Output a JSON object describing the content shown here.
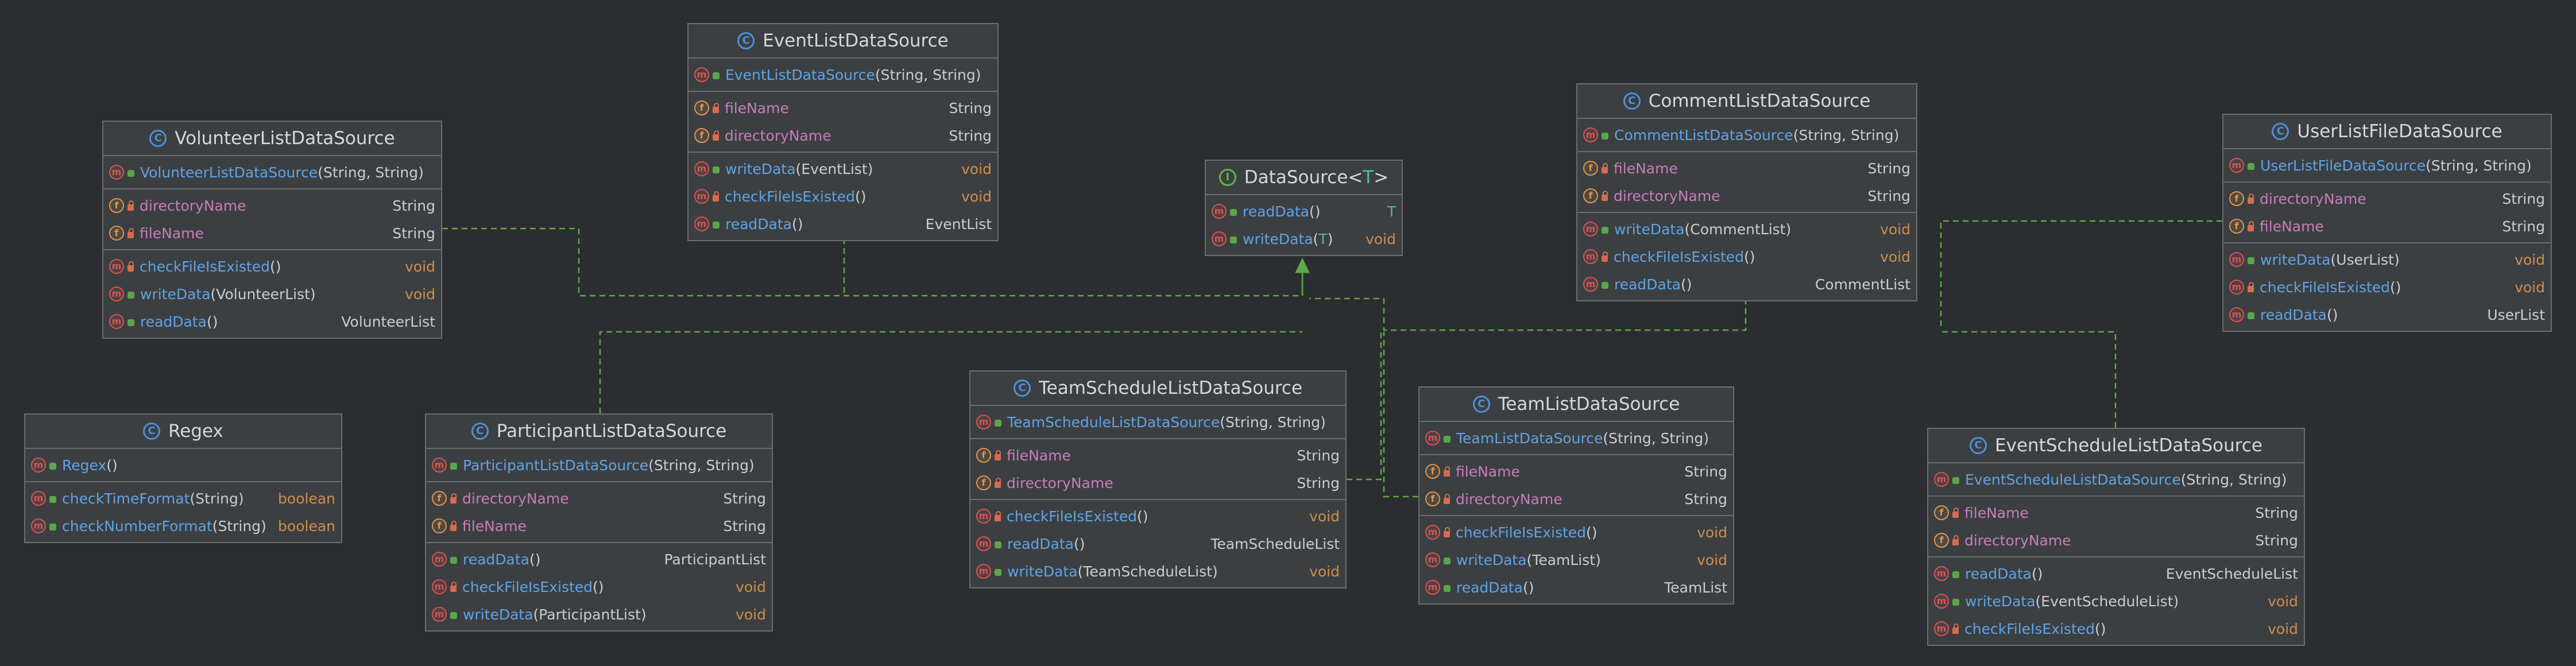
{
  "colors": {
    "background": "#2b2d30",
    "class_fill": "#3c3f41",
    "border": "#6a6d70",
    "method_name": "#5ea3e6",
    "field_name": "#c77dbb",
    "void_type": "#cf8e4a",
    "generic_type": "#4fb8a3",
    "implements_arrow": "#5ea84a"
  },
  "interface": {
    "name": "DataSource",
    "type_param": "T",
    "stereotype_icon": "interface-icon",
    "methods": [
      {
        "name": "readData",
        "params": "",
        "type": "T"
      },
      {
        "name": "writeData",
        "params": "T",
        "type": "void"
      }
    ]
  },
  "classes": {
    "volunteer": {
      "name": "VolunteerListDataSource",
      "ctor": {
        "name": "VolunteerListDataSource",
        "params": "(String, String)"
      },
      "fields": [
        {
          "name": "directoryName",
          "type": "String"
        },
        {
          "name": "fileName",
          "type": "String"
        }
      ],
      "methods": [
        {
          "name": "checkFileIsExisted",
          "params": "()",
          "type": "void"
        },
        {
          "name": "writeData",
          "params": "(VolunteerList)",
          "type": "void"
        },
        {
          "name": "readData",
          "params": "()",
          "type": "VolunteerList"
        }
      ]
    },
    "eventlist": {
      "name": "EventListDataSource",
      "ctor": {
        "name": "EventListDataSource",
        "params": "(String, String)"
      },
      "fields": [
        {
          "name": "fileName",
          "type": "String"
        },
        {
          "name": "directoryName",
          "type": "String"
        }
      ],
      "methods": [
        {
          "name": "writeData",
          "params": "(EventList)",
          "type": "void"
        },
        {
          "name": "checkFileIsExisted",
          "params": "()",
          "type": "void"
        },
        {
          "name": "readData",
          "params": "()",
          "type": "EventList"
        }
      ]
    },
    "comment": {
      "name": "CommentListDataSource",
      "ctor": {
        "name": "CommentListDataSource",
        "params": "(String, String)"
      },
      "fields": [
        {
          "name": "fileName",
          "type": "String"
        },
        {
          "name": "directoryName",
          "type": "String"
        }
      ],
      "methods": [
        {
          "name": "writeData",
          "params": "(CommentList)",
          "type": "void"
        },
        {
          "name": "checkFileIsExisted",
          "params": "()",
          "type": "void"
        },
        {
          "name": "readData",
          "params": "()",
          "type": "CommentList"
        }
      ]
    },
    "userlist": {
      "name": "UserListFileDataSource",
      "ctor": {
        "name": "UserListFileDataSource",
        "params": "(String, String)"
      },
      "fields": [
        {
          "name": "directoryName",
          "type": "String"
        },
        {
          "name": "fileName",
          "type": "String"
        }
      ],
      "methods": [
        {
          "name": "writeData",
          "params": "(UserList)",
          "type": "void"
        },
        {
          "name": "checkFileIsExisted",
          "params": "()",
          "type": "void"
        },
        {
          "name": "readData",
          "params": "()",
          "type": "UserList"
        }
      ]
    },
    "regex": {
      "name": "Regex",
      "ctor": {
        "name": "Regex",
        "params": "()"
      },
      "methods": [
        {
          "name": "checkTimeFormat",
          "params": "(String)",
          "type": "boolean"
        },
        {
          "name": "checkNumberFormat",
          "params": "(String)",
          "type": "boolean"
        }
      ]
    },
    "participant": {
      "name": "ParticipantListDataSource",
      "ctor": {
        "name": "ParticipantListDataSource",
        "params": "(String, String)"
      },
      "fields": [
        {
          "name": "directoryName",
          "type": "String"
        },
        {
          "name": "fileName",
          "type": "String"
        }
      ],
      "methods": [
        {
          "name": "readData",
          "params": "()",
          "type": "ParticipantList"
        },
        {
          "name": "checkFileIsExisted",
          "params": "()",
          "type": "void"
        },
        {
          "name": "writeData",
          "params": "(ParticipantList)",
          "type": "void"
        }
      ]
    },
    "teamschedule": {
      "name": "TeamScheduleListDataSource",
      "ctor": {
        "name": "TeamScheduleListDataSource",
        "params": "(String, String)"
      },
      "fields": [
        {
          "name": "fileName",
          "type": "String"
        },
        {
          "name": "directoryName",
          "type": "String"
        }
      ],
      "methods": [
        {
          "name": "checkFileIsExisted",
          "params": "()",
          "type": "void"
        },
        {
          "name": "readData",
          "params": "()",
          "type": "TeamScheduleList"
        },
        {
          "name": "writeData",
          "params": "(TeamScheduleList)",
          "type": "void"
        }
      ]
    },
    "teamlist": {
      "name": "TeamListDataSource",
      "ctor": {
        "name": "TeamListDataSource",
        "params": "(String, String)"
      },
      "fields": [
        {
          "name": "fileName",
          "type": "String"
        },
        {
          "name": "directoryName",
          "type": "String"
        }
      ],
      "methods": [
        {
          "name": "checkFileIsExisted",
          "params": "()",
          "type": "void"
        },
        {
          "name": "writeData",
          "params": "(TeamList)",
          "type": "void"
        },
        {
          "name": "readData",
          "params": "()",
          "type": "TeamList"
        }
      ]
    },
    "eventschedule": {
      "name": "EventScheduleListDataSource",
      "ctor": {
        "name": "EventScheduleListDataSource",
        "params": "(String, String)"
      },
      "fields": [
        {
          "name": "fileName",
          "type": "String"
        },
        {
          "name": "directoryName",
          "type": "String"
        }
      ],
      "methods": [
        {
          "name": "readData",
          "params": "()",
          "type": "EventScheduleList"
        },
        {
          "name": "writeData",
          "params": "(EventScheduleList)",
          "type": "void"
        },
        {
          "name": "checkFileIsExisted",
          "params": "()",
          "type": "void"
        }
      ]
    }
  }
}
